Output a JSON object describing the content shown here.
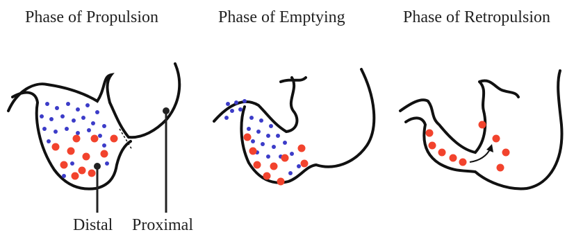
{
  "titles": {
    "propulsion": "Phase of Propulsion",
    "emptying": "Phase of Emptying",
    "retropulsion": "Phase of Retropulsion"
  },
  "labels": {
    "distal": "Distal",
    "proximal": "Proximal"
  },
  "colors": {
    "outline": "#111111",
    "small_particles": "#3c3cc8",
    "large_particles": "#f2432d"
  }
}
